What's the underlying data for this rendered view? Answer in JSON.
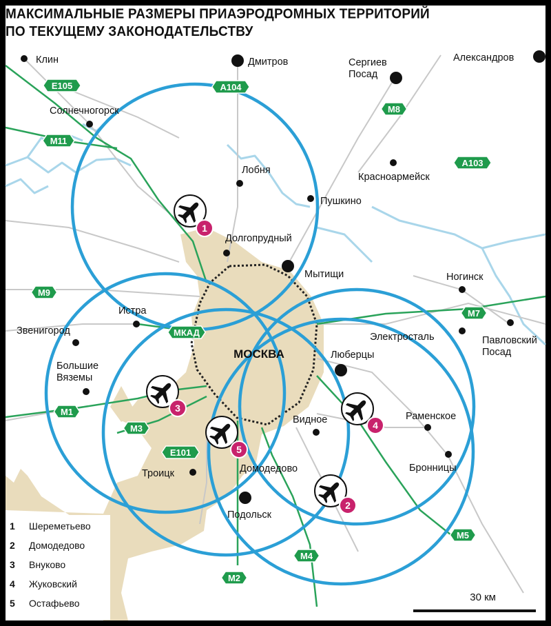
{
  "title": {
    "line1": "МАКСИМАЛЬНЫЕ РАЗМЕРЫ ПРИАЭРОДРОМНЫХ ТЕРРИТОРИЙ",
    "line2": "ПО ТЕКУЩЕМУ ЗАКОНОДАТЕЛЬСТВУ"
  },
  "colors": {
    "background": "#ffffff",
    "urban_area": "#e9dcbc",
    "road": "#2aa35a",
    "circle": "#2b9fd6",
    "river": "#a9d6ea",
    "minor_road": "#c8c8c8",
    "marker": "#c8226c",
    "badge": "#1f9b4c"
  },
  "center_label": "МОСКВА",
  "cities": [
    {
      "name": "Клин"
    },
    {
      "name": "Дмитров"
    },
    {
      "name": "Сергиев\nПосад"
    },
    {
      "name": "Александров"
    },
    {
      "name": "Солнечногорск"
    },
    {
      "name": "Лобня"
    },
    {
      "name": "Пушкино"
    },
    {
      "name": "Красноармейск"
    },
    {
      "name": "Долгопрудный"
    },
    {
      "name": "Мытищи"
    },
    {
      "name": "Ногинск"
    },
    {
      "name": "Истра"
    },
    {
      "name": "Звенигород"
    },
    {
      "name": "Электросталь"
    },
    {
      "name": "Павловский\nПосад"
    },
    {
      "name": "Люберцы"
    },
    {
      "name": "Большие\nВяземы"
    },
    {
      "name": "Видное"
    },
    {
      "name": "Раменское"
    },
    {
      "name": "Бронницы"
    },
    {
      "name": "Троицк"
    },
    {
      "name": "Домодедово"
    },
    {
      "name": "Подольск"
    }
  ],
  "roads": [
    "E105",
    "A104",
    "M8",
    "M11",
    "A103",
    "M9",
    "M7",
    "МКАД",
    "M1",
    "M3",
    "E101",
    "M4",
    "M5",
    "M2"
  ],
  "airports": [
    {
      "num": "1",
      "name": "Шереметьево"
    },
    {
      "num": "2",
      "name": "Домодедово"
    },
    {
      "num": "3",
      "name": "Внуково"
    },
    {
      "num": "4",
      "name": "Жуковский"
    },
    {
      "num": "5",
      "name": "Остафьево"
    }
  ],
  "scale": {
    "label": "30 км"
  },
  "icons": {
    "airport": "airplane-icon",
    "city": "city-dot-icon"
  }
}
